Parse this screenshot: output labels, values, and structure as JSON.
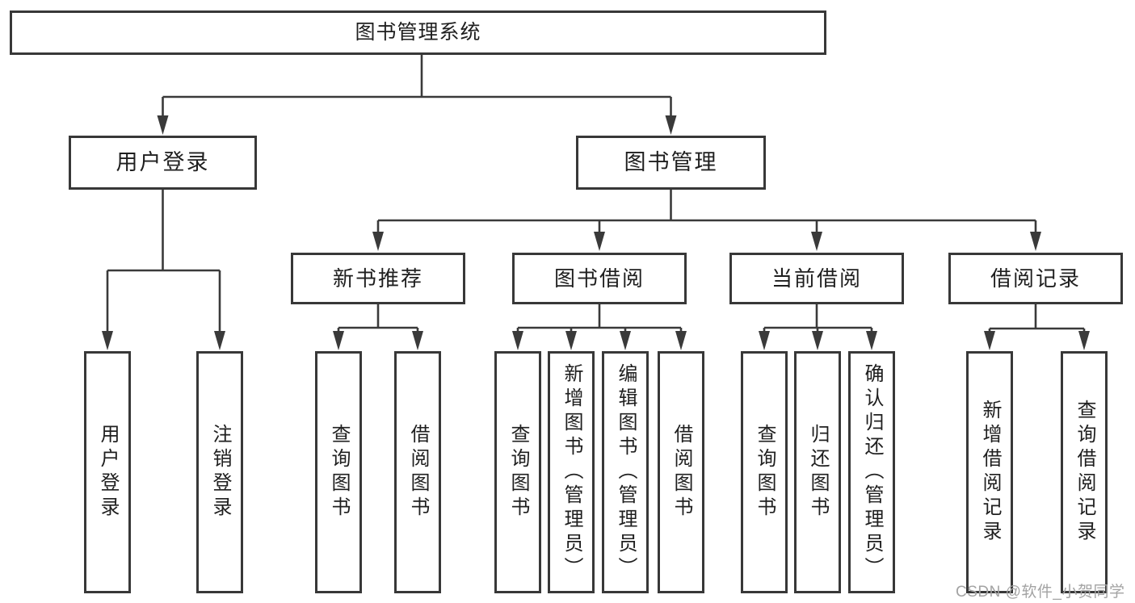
{
  "diagram_title": "图书管理系统",
  "nodes": {
    "root": "图书管理系统",
    "level2": [
      "用户登录",
      "图书管理"
    ],
    "level3": [
      "新书推荐",
      "图书借阅",
      "当前借阅",
      "借阅记录"
    ],
    "level4": [
      "用户登录",
      "注销登录",
      "查询图书",
      "借阅图书",
      "查询图书",
      "新增图书（管理员）",
      "编辑图书（管理员）",
      "借阅图书",
      "查询图书",
      "归还图书",
      "确认归还（管理员）",
      "新增借阅记录",
      "查询借阅记录"
    ]
  },
  "hierarchy": [
    {
      "parent": "图书管理系统",
      "children": [
        "用户登录",
        "图书管理"
      ]
    },
    {
      "parent": "用户登录",
      "children": [
        "用户登录",
        "注销登录"
      ]
    },
    {
      "parent": "图书管理",
      "children": [
        "新书推荐",
        "图书借阅",
        "当前借阅",
        "借阅记录"
      ]
    },
    {
      "parent": "新书推荐",
      "children": [
        "查询图书",
        "借阅图书"
      ]
    },
    {
      "parent": "图书借阅",
      "children": [
        "查询图书",
        "新增图书（管理员）",
        "编辑图书（管理员）",
        "借阅图书"
      ]
    },
    {
      "parent": "当前借阅",
      "children": [
        "查询图书",
        "归还图书",
        "确认归还（管理员）"
      ]
    },
    {
      "parent": "借阅记录",
      "children": [
        "新增借阅记录",
        "查询借阅记录"
      ]
    }
  ],
  "watermark": "CSDN @软件_小贺同学",
  "colors": {
    "line": "#3a3a3a",
    "box_border": "#383838",
    "text": "#1f1f1f",
    "watermark": "#a3a3a3",
    "background": "#ffffff"
  }
}
